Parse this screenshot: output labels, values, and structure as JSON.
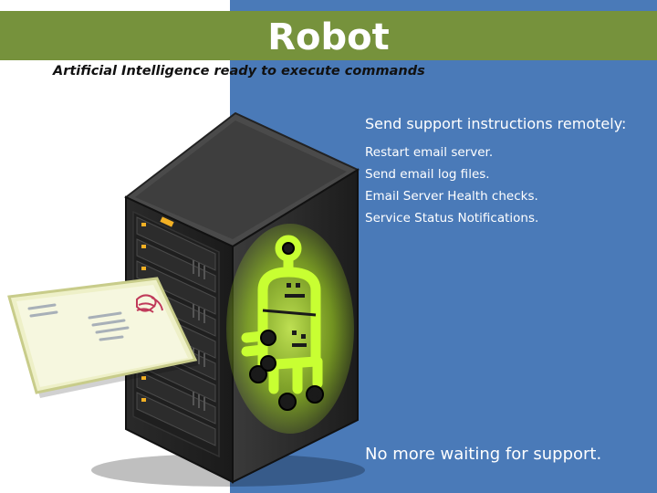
{
  "slide": {
    "title": "Robot",
    "subtitle": "Artificial Intelligence ready to execute commands",
    "heading": "Send support instructions remotely:",
    "items": [
      "Restart email server.",
      "Send email log files.",
      "Email Server Health checks.",
      "Service Status Notifications."
    ],
    "footer": "No more waiting for support."
  },
  "colors": {
    "title_band": "#76923c",
    "panel_blue": "#4a7ab8",
    "robot_glow": "#c8ff32",
    "text_white": "#ffffff"
  },
  "illustration": {
    "server_icon": "server-rack-icon",
    "robot_icon": "robot-icon",
    "envelope_icon": "envelope-icon"
  }
}
